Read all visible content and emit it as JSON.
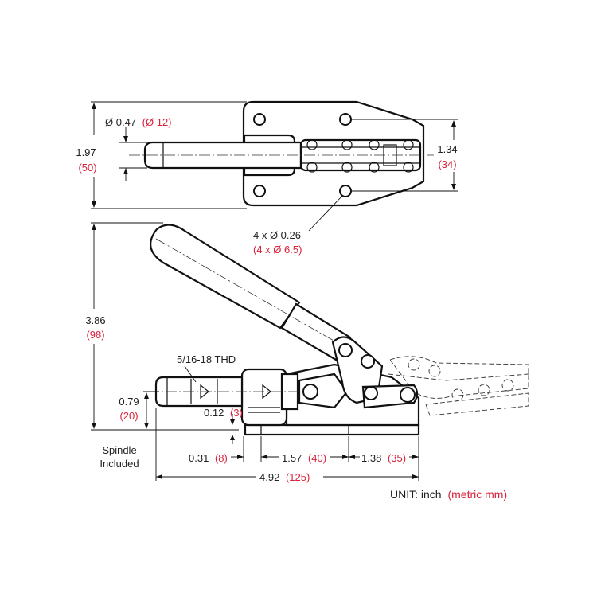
{
  "colors": {
    "line": "#111111",
    "metric": "#d9213a",
    "background": "#ffffff"
  },
  "top_view": {
    "spindle_dia": {
      "inch": "Ø 0.47",
      "mm": "(Ø 12)"
    },
    "overall_width": {
      "inch": "1.97",
      "mm": "(50)"
    },
    "hole_spacing": {
      "inch": "1.34",
      "mm": "(34)"
    },
    "mount_holes": {
      "inch": "4 x Ø 0.26",
      "mm": "(4 x Ø 6.5)"
    }
  },
  "side_view": {
    "height": {
      "inch": "3.86",
      "mm": "(98)"
    },
    "thread": {
      "label": "5/16-18 THD"
    },
    "spindle_height": {
      "inch": "0.79",
      "mm": "(20)"
    },
    "base_thickness": {
      "inch": "0.12",
      "mm": "(3)"
    },
    "spindle_note": {
      "line1": "Spindle",
      "line2": "Included"
    },
    "offset": {
      "inch": "0.31",
      "mm": "(8)"
    },
    "hole_pitch_a": {
      "inch": "1.57",
      "mm": "(40)"
    },
    "hole_pitch_b": {
      "inch": "1.38",
      "mm": "(35)"
    },
    "overall_length": {
      "inch": "4.92",
      "mm": "(125)"
    }
  },
  "unit_note": {
    "label": "UNIT: inch",
    "metric": "(metric mm)"
  }
}
